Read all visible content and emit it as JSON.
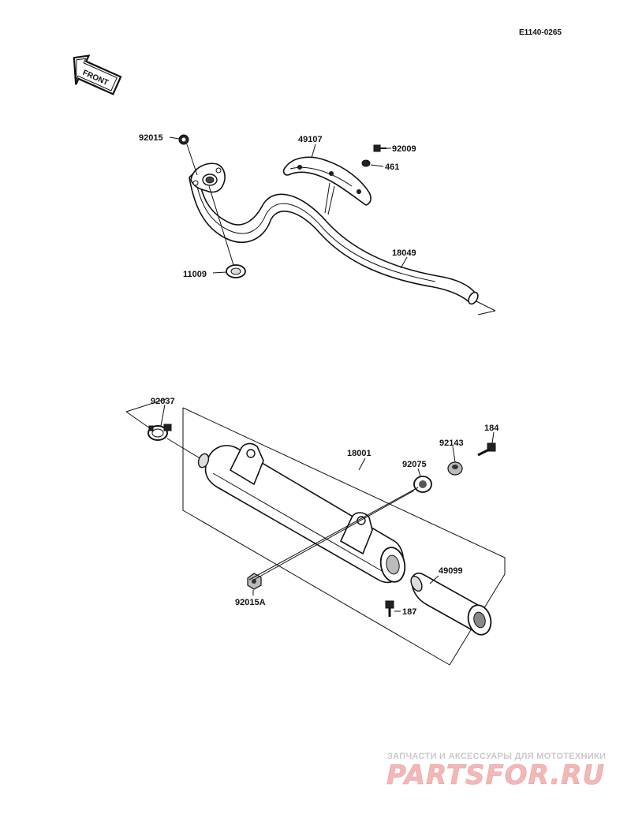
{
  "diagram": {
    "reference_code": "E1140-0265",
    "front_marker": "FRONT",
    "labels": {
      "p92015": "92015",
      "p49107": "49107",
      "p92009": "92009",
      "p461": "461",
      "p18049": "18049",
      "p11009": "11009",
      "p92037": "92037",
      "p18001": "18001",
      "p92075": "92075",
      "p92143": "92143",
      "p184": "184",
      "p49099": "49099",
      "p92015A": "92015A",
      "p187": "187"
    }
  },
  "watermark": {
    "tagline": "ЗАПЧАСТИ И АКСЕССУАРЫ ДЛЯ МОТОТЕХНИКИ",
    "logo": "PARTSFOR.RU"
  }
}
